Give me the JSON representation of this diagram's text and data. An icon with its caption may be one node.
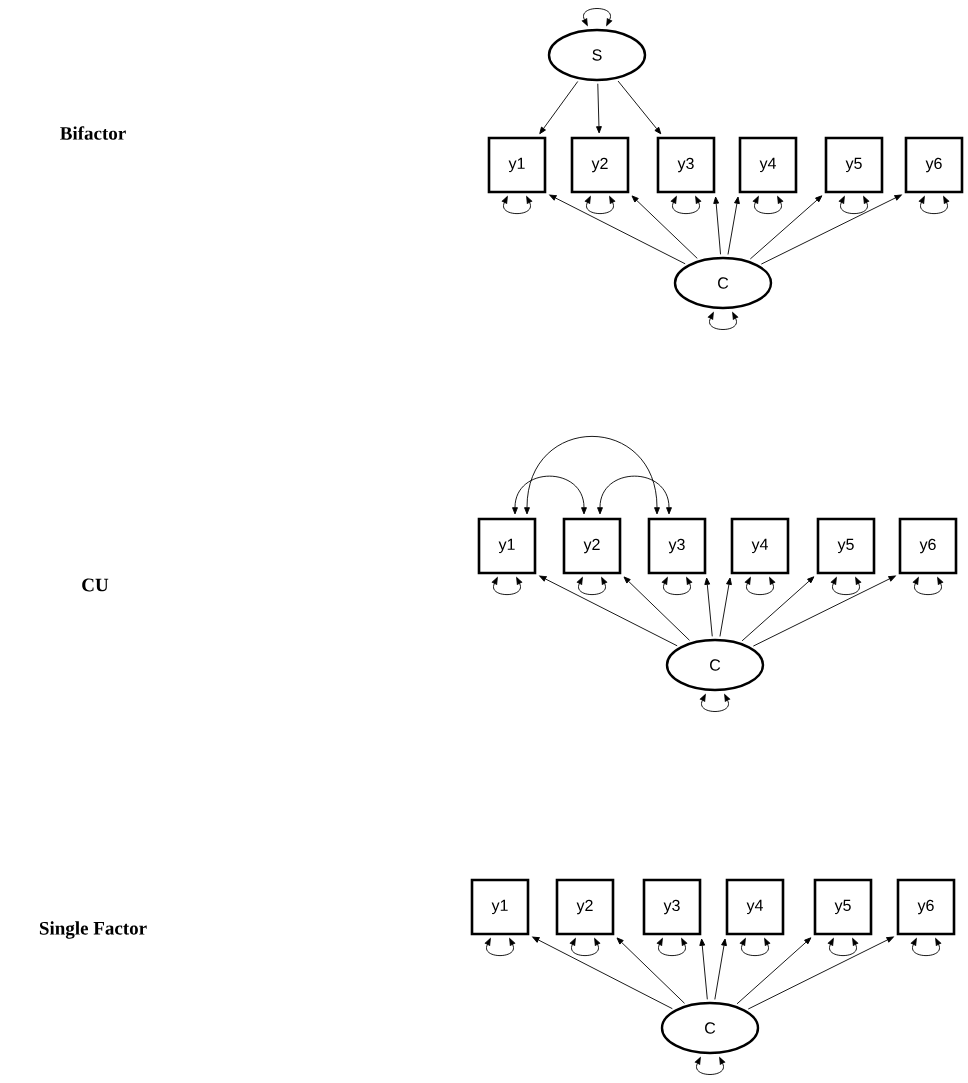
{
  "diagram": {
    "nodes": [
      {
        "text": [
          "S"
        ]
      },
      {
        "text": [
          "y1"
        ]
      },
      {
        "text": [
          "y2"
        ]
      },
      {
        "text": [
          "y3"
        ]
      },
      {
        "text": [
          "y4"
        ]
      },
      {
        "text": [
          "y5"
        ]
      },
      {
        "text": [
          "y6"
        ]
      },
      {
        "text": [
          "C"
        ]
      },
      {
        "text": [
          "y1"
        ]
      },
      {
        "text": [
          "y2"
        ]
      },
      {
        "text": [
          "y3"
        ]
      },
      {
        "text": [
          "y4"
        ]
      },
      {
        "text": [
          "y5"
        ]
      },
      {
        "text": [
          "y6"
        ]
      },
      {
        "text": [
          "C"
        ]
      },
      {
        "text": [
          "y1"
        ]
      },
      {
        "text": [
          "y2"
        ]
      },
      {
        "text": [
          "y3"
        ]
      },
      {
        "text": [
          "y4"
        ]
      },
      {
        "text": [
          "y5"
        ]
      },
      {
        "text": [
          "y6"
        ]
      },
      {
        "text": [
          "C"
        ]
      }
    ],
    "edges": [
      {
        "from": 0,
        "to": 0,
        "arrow": "both"
      },
      {
        "from": 0,
        "to": 1,
        "arrow": "to"
      },
      {
        "from": 0,
        "to": 2,
        "arrow": "to"
      },
      {
        "from": 0,
        "to": 3,
        "arrow": "to"
      },
      {
        "from": 7,
        "to": 1,
        "arrow": "to"
      },
      {
        "from": 7,
        "to": 2,
        "arrow": "to"
      },
      {
        "from": 7,
        "to": 3,
        "arrow": "to"
      },
      {
        "from": 7,
        "to": 4,
        "arrow": "to"
      },
      {
        "from": 7,
        "to": 5,
        "arrow": "to"
      },
      {
        "from": 7,
        "to": 6,
        "arrow": "to"
      },
      {
        "from": 1,
        "to": 1,
        "arrow": "both"
      },
      {
        "from": 2,
        "to": 2,
        "arrow": "both"
      },
      {
        "from": 3,
        "to": 3,
        "arrow": "both"
      },
      {
        "from": 4,
        "to": 4,
        "arrow": "both"
      },
      {
        "from": 5,
        "to": 5,
        "arrow": "both"
      },
      {
        "from": 6,
        "to": 6,
        "arrow": "both"
      },
      {
        "from": 7,
        "to": 7,
        "arrow": "both"
      },
      {
        "from": 8,
        "to": 10,
        "arrow": "both"
      },
      {
        "from": 8,
        "to": 9,
        "arrow": "both"
      },
      {
        "from": 9,
        "to": 10,
        "arrow": "both"
      },
      {
        "from": 14,
        "to": 8,
        "arrow": "to"
      },
      {
        "from": 14,
        "to": 9,
        "arrow": "to"
      },
      {
        "from": 14,
        "to": 10,
        "arrow": "to"
      },
      {
        "from": 14,
        "to": 11,
        "arrow": "to"
      },
      {
        "from": 14,
        "to": 12,
        "arrow": "to"
      },
      {
        "from": 14,
        "to": 13,
        "arrow": "to"
      },
      {
        "from": 8,
        "to": 8,
        "arrow": "both"
      },
      {
        "from": 9,
        "to": 9,
        "arrow": "both"
      },
      {
        "from": 10,
        "to": 10,
        "arrow": "both"
      },
      {
        "from": 11,
        "to": 11,
        "arrow": "both"
      },
      {
        "from": 12,
        "to": 12,
        "arrow": "both"
      },
      {
        "from": 13,
        "to": 13,
        "arrow": "both"
      },
      {
        "from": 14,
        "to": 14,
        "arrow": "both"
      },
      {
        "from": 21,
        "to": 15,
        "arrow": "to"
      },
      {
        "from": 21,
        "to": 16,
        "arrow": "to"
      },
      {
        "from": 21,
        "to": 17,
        "arrow": "to"
      },
      {
        "from": 21,
        "to": 18,
        "arrow": "to"
      },
      {
        "from": 21,
        "to": 19,
        "arrow": "to"
      },
      {
        "from": 21,
        "to": 20,
        "arrow": "to"
      },
      {
        "from": 15,
        "to": 15,
        "arrow": "both"
      },
      {
        "from": 16,
        "to": 16,
        "arrow": "both"
      },
      {
        "from": 17,
        "to": 17,
        "arrow": "both"
      },
      {
        "from": 18,
        "to": 18,
        "arrow": "both"
      },
      {
        "from": 19,
        "to": 19,
        "arrow": "both"
      },
      {
        "from": 20,
        "to": 20,
        "arrow": "both"
      },
      {
        "from": 21,
        "to": 21,
        "arrow": "both"
      }
    ],
    "labels": [
      "Bifactor",
      "CU",
      "Single Factor"
    ]
  }
}
